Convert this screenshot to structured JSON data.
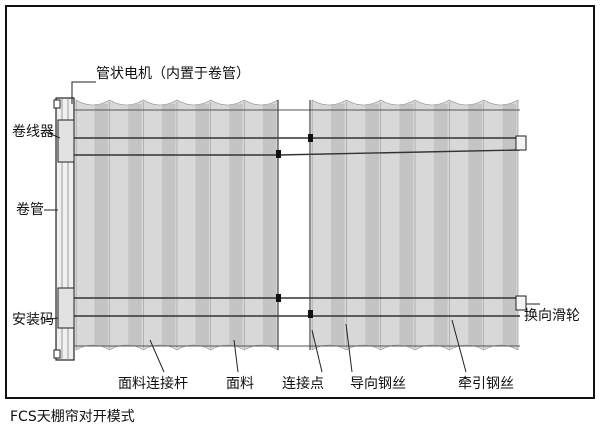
{
  "labels": {
    "motor": "管状电机（内置于卷管）",
    "winder": "卷线器",
    "roll_tube": "卷管",
    "mount_code": "安装码",
    "fabric_rod": "面料连接杆",
    "fabric": "面料",
    "joint": "连接点",
    "guide_wire": "导向钢丝",
    "pull_wire": "牵引钢丝",
    "pulley": "换向滑轮"
  },
  "caption": "FCS天棚帘对开模式",
  "colors": {
    "border": "#111111",
    "fabric_light": "#d8d8d8",
    "fabric_dark": "#b4b4b4",
    "wire": "#333333",
    "tube": "#e6e6e6"
  }
}
